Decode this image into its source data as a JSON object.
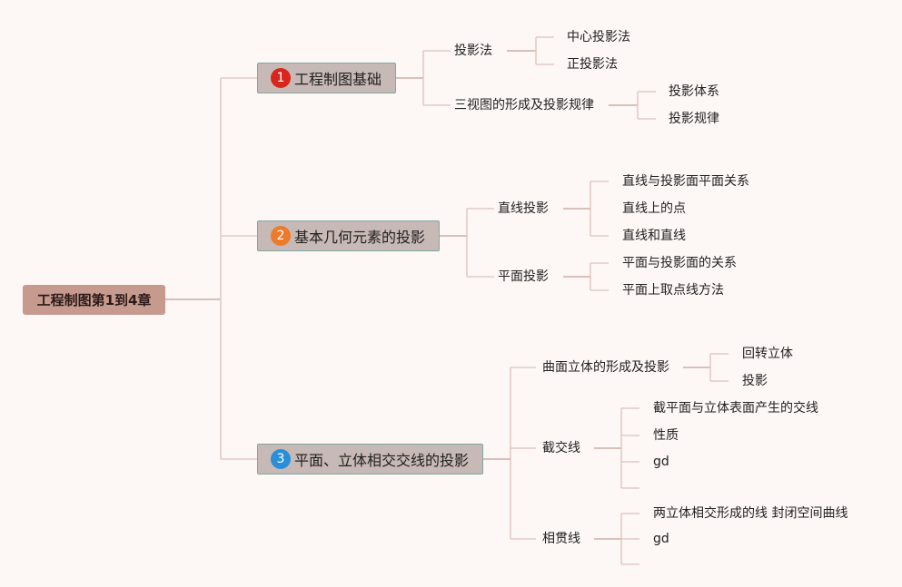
{
  "root": "工程制图第1到4章",
  "topics": [
    {
      "badge": "1",
      "badge_color": "#d9261c",
      "label": "工程制图基础",
      "children": [
        {
          "label": "投影法",
          "children": [
            "中心投影法",
            "正投影法"
          ]
        },
        {
          "label": "三视图的形成及投影规律",
          "children": [
            "投影体系",
            "投影规律"
          ]
        }
      ]
    },
    {
      "badge": "2",
      "badge_color": "#ee7a2b",
      "label": "基本几何元素的投影",
      "children": [
        {
          "label": "直线投影",
          "children": [
            "直线与投影面平面关系",
            "直线上的点",
            "直线和直线"
          ]
        },
        {
          "label": "平面投影",
          "children": [
            "平面与投影面的关系",
            "平面上取点线方法"
          ]
        }
      ]
    },
    {
      "badge": "3",
      "badge_color": "#2a8fd8",
      "label": "平面、立体相交交线的投影",
      "children": [
        {
          "label": "曲面立体的形成及投影",
          "children": [
            "回转立体",
            "投影"
          ]
        },
        {
          "label": "截交线",
          "children": [
            "截平面与立体表面产生的交线",
            "性质",
            "gd"
          ]
        },
        {
          "label": "相贯线",
          "children": [
            "两立体相交形成的线 封闭空间曲线",
            "gd",
            ""
          ]
        }
      ]
    }
  ]
}
